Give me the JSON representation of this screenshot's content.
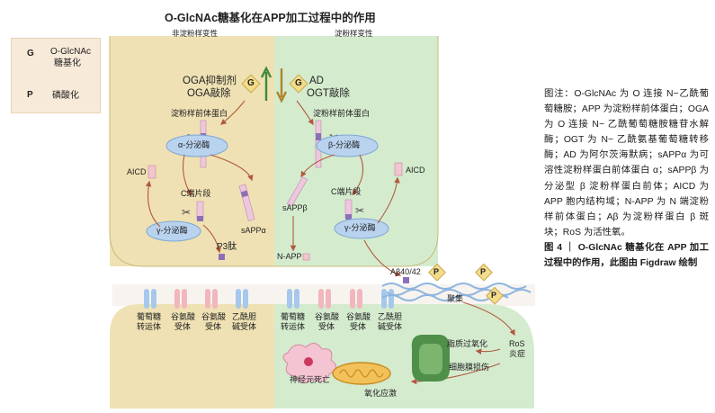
{
  "title": "O-GlcNAc糖基化在APP加工过程中的作用",
  "left_section": "非淀粉样变性",
  "right_section": "淀粉样变性",
  "legend": [
    {
      "symbol": "G",
      "label_line1": "O-GlcNAc",
      "label_line2": "糖基化"
    },
    {
      "symbol": "P",
      "label_line1": "磷酸化",
      "label_line2": ""
    }
  ],
  "left": {
    "treat_line1": "OGA抑制剂",
    "treat_line2": "OGA敲除",
    "glyco": "G",
    "precursor": "淀粉样前体蛋白",
    "enzyme_alpha": "α-分泌酶",
    "aicd": "AICD",
    "cfrag": "C端片段",
    "enzyme_gamma": "γ-分泌酶",
    "p3": "P3肽",
    "sapp": "sAPPα"
  },
  "right": {
    "treat_line1": "AD",
    "treat_line2": "OGT敲除",
    "glyco": "G",
    "precursor": "淀粉样前体蛋白",
    "enzyme_beta": "β-分泌酶",
    "aicd": "AICD",
    "cfrag": "C端片段",
    "sapp": "sAPPβ",
    "napp": "N-APP",
    "enzyme_gamma": "γ-分泌酶",
    "abeta": "Aβ40/42",
    "phos": "P",
    "aggregate": "聚集"
  },
  "receptors": [
    {
      "l1": "葡萄糖",
      "l2": "转运体"
    },
    {
      "l1": "谷氨酸",
      "l2": "受体"
    },
    {
      "l1": "谷氨酸",
      "l2": "受体"
    },
    {
      "l1": "乙酰胆",
      "l2": "碱受体"
    }
  ],
  "damage": {
    "ros_line1": "RoS",
    "ros_line2": "炎症",
    "lipid": "脂质过氧化",
    "membrane": "细胞膜损伤",
    "death": "神经元死亡",
    "oxidative": "氧化应激"
  },
  "caption": {
    "body": "图注：O-GlcNAc 为 O 连接 N−乙酰葡萄糖胺；APP 为淀粉样前体蛋白；OGA 为 O 连接 N− 乙酰葡萄糖胺糖苷水解酶；OGT 为 N− 乙酰氨基葡萄糖转移酶；AD 为阿尔茨海默病；sAPPα 为可溶性淀粉样蛋白前体蛋白 α；sAPPβ 为分泌型 β 淀粉样蛋白前体；AICD 为 APP 胞内结构域；N-APP 为 N 端淀粉样前体蛋白；Aβ 为淀粉样蛋白 β 斑块；RoS 为活性氧。",
    "fig_label": "图 4 ｜ O-GlcNAc 糖基化在 APP 加工过程中的作用，此图由 Figdraw 绘制"
  },
  "colors": {
    "left_bg": "#efe1b3",
    "right_bg": "#d4ebce",
    "lower_left_bg": "#efe1b3",
    "lower_right_bg": "#d4ebce",
    "enzyme_fill": "#b9d3ef",
    "diamond_fill": "#f4dc8a",
    "arrow": "#b25a40"
  }
}
